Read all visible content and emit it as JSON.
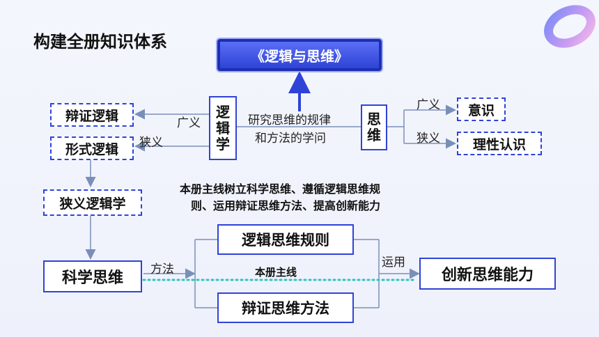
{
  "title": "构建全册知识体系",
  "top_box": "《逻辑与思维》",
  "logic_vertical": [
    "逻",
    "辑",
    "学"
  ],
  "thinking_vertical": [
    "思",
    "维"
  ],
  "research_line1": "研究思维的规律",
  "research_line2": "和方法的学问",
  "left_boxes": {
    "dialectical": "辩证逻辑",
    "formal": "形式逻辑",
    "narrow_logic": "狭义逻辑学"
  },
  "left_labels": {
    "broad": "广义",
    "narrow": "狭义"
  },
  "right_boxes": {
    "consciousness": "意识",
    "rational": "理性认识"
  },
  "right_labels": {
    "broad": "广义",
    "narrow": "狭义"
  },
  "mainline_line1": "本册主线树立科学思维、遵循逻辑思维规",
  "mainline_line2": "则、运用辩证思维方法、提高创新能力",
  "bottom": {
    "science": "科学思维",
    "method_label": "方法",
    "rules": "逻辑思维规则",
    "dialectic_method": "辩证思维方法",
    "mainline_label": "本册主线",
    "apply_label": "运用",
    "innovation": "创新思维能力"
  },
  "colors": {
    "accent": "#2f43d6",
    "dotted": "#2fc6c0",
    "arrow": "#7a8fb8"
  }
}
